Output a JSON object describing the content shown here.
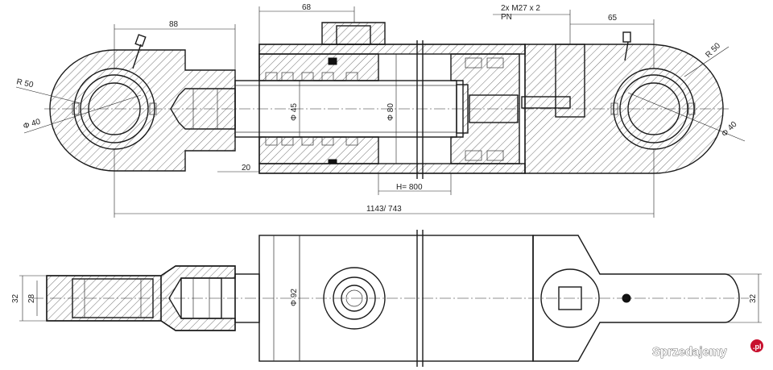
{
  "dimensions": {
    "dim_88": "88",
    "dim_68": "68",
    "thread": "2x M27 x 2",
    "pn": "PN",
    "dim_65": "65",
    "r50_left": "R 50",
    "r50_right": "R 50",
    "d40_left": "Φ 40",
    "d40_right": "Φ 40",
    "d45": "Φ 45",
    "d80": "Φ 80",
    "dim_20": "20",
    "stroke": "H= 800",
    "length": "1143/ 743",
    "d92": "Φ 92",
    "dim_32_left": "32",
    "dim_28": "28",
    "dim_32_right": "32"
  },
  "watermark": {
    "text": "Sprzedajemy.pl",
    "color": "#c8102e"
  },
  "colors": {
    "line": "#1a1a1a",
    "background": "#ffffff"
  }
}
